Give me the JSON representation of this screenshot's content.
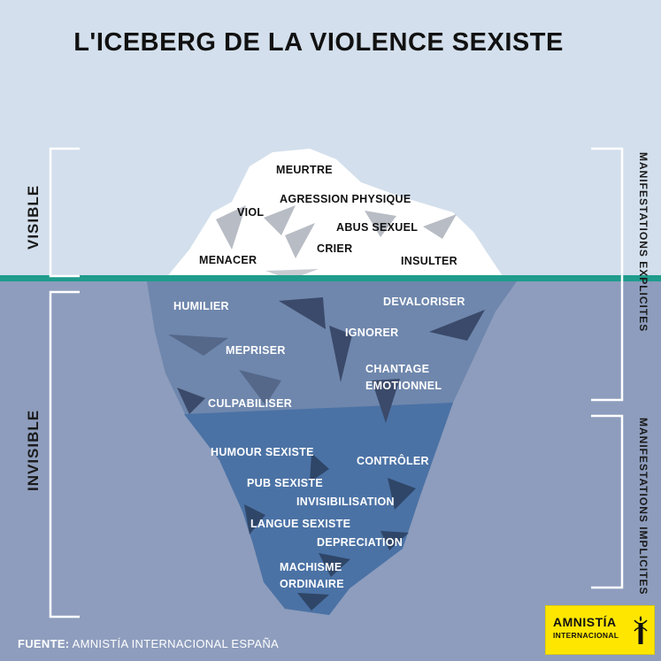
{
  "title": "L'ICEBERG DE LA VIOLENCE SEXISTE",
  "side_labels": {
    "visible": "VISIBLE",
    "invisible": "INVISIBLE",
    "explicit": "MANIFESTATIONS EXPLICITES",
    "implicit": "MANIFESTATIONS IMPLICITES"
  },
  "above_water": [
    "MEURTRE",
    "AGRESSION PHYSIQUE",
    "VIOL",
    "ABUS SEXUEL",
    "CRIER",
    "MENACER",
    "INSULTER"
  ],
  "below_water": {
    "humilier": "HUMILIER",
    "devaloriser": "DEVALORISER",
    "ignorer": "IGNORER",
    "mepriser": "MEPRISER",
    "chantage_l1": "CHANTAGE",
    "chantage_l2": "EMOTIONNEL",
    "culpabiliser": "CULPABILISER",
    "humour": "HUMOUR SEXISTE",
    "controler": "CONTRÔLER",
    "pub": "PUB SEXISTE",
    "invisibilisation": "INVISIBILISATION",
    "langue": "LANGUE SEXISTE",
    "depreciation": "DEPRECIATION",
    "machisme_l1": "MACHISME",
    "machisme_l2": "ORDINAIRE"
  },
  "source": {
    "label": "FUENTE:",
    "text": "AMNISTÍA INTERNACIONAL ESPAÑA"
  },
  "logo": {
    "line1": "AMNISTÍA",
    "line2": "INTERNACIONAL",
    "icon": "candle-icon"
  },
  "colors": {
    "sky": "#d3dfec",
    "water": "#8e9dbd",
    "waterline": "#1f9c8c",
    "ice_top": "#ffffff",
    "ice_upper_below": "#6f87ad",
    "ice_lower_below": "#4b72a5",
    "logo_yellow": "#ffe600"
  }
}
